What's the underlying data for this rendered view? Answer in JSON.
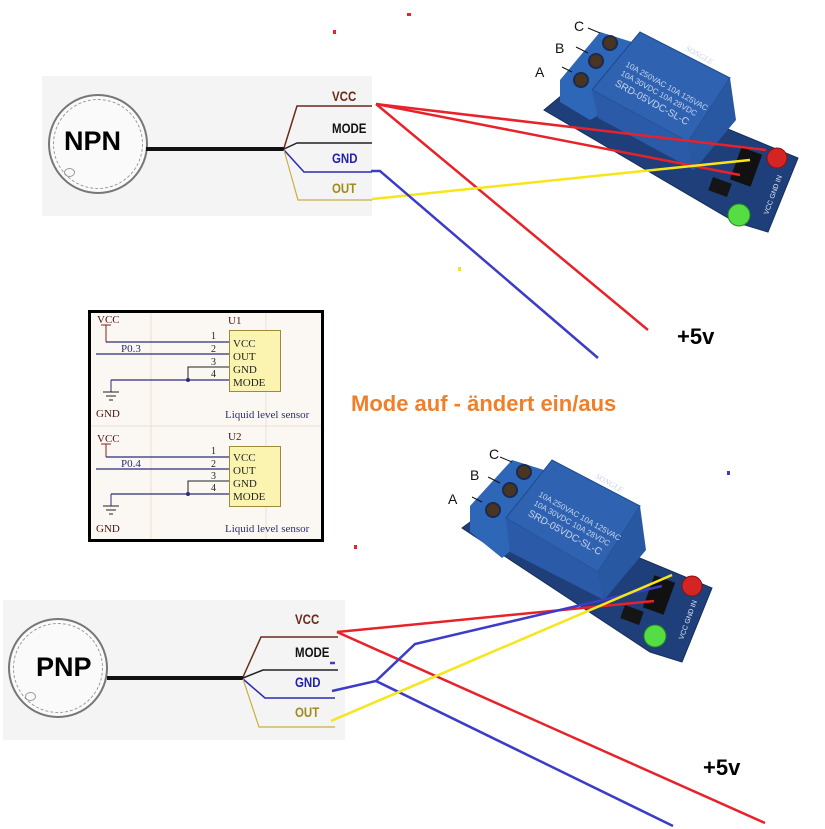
{
  "diagram": {
    "caption": "Mode auf - ändert ein/aus",
    "colors": {
      "vcc_wire": "#e8222a",
      "gnd_wire": "#3c3cc8",
      "out_wire": "#f5e61a",
      "caption": "#f07f2a",
      "relay_blue": "#2a5aa8"
    }
  },
  "npn_sensor": {
    "label": "NPN",
    "wires": [
      {
        "name": "VCC",
        "color": "#6b2a1a"
      },
      {
        "name": "MODE",
        "color": "#111111"
      },
      {
        "name": "GND",
        "color": "#2222aa"
      },
      {
        "name": "OUT",
        "color": "#a08a1a"
      }
    ]
  },
  "pnp_sensor": {
    "label": "PNP",
    "wires": [
      {
        "name": "VCC",
        "color": "#6b2a1a"
      },
      {
        "name": "MODE",
        "color": "#111111"
      },
      {
        "name": "GND",
        "color": "#2222aa"
      },
      {
        "name": "OUT",
        "color": "#a08a1a"
      }
    ]
  },
  "relay_top": {
    "terminals": [
      "C",
      "B",
      "A"
    ],
    "marking_brand": "SONGLE",
    "marking_lines": [
      "10A 250VAC 10A 125VAC",
      "10A 30VDC 10A 28VDC",
      "SRD-05VDC-SL-C"
    ],
    "pin_labels": "VCC GND IN",
    "supply_label": "+5v"
  },
  "relay_bottom": {
    "terminals": [
      "C",
      "B",
      "A"
    ],
    "marking_brand": "SONGLE",
    "marking_lines": [
      "10A 250VAC 10A 125VAC",
      "10A 30VDC 10A 28VDC",
      "SRD-05VDC-SL-C"
    ],
    "pin_labels": "VCC GND IN",
    "supply_label": "+5v"
  },
  "schematic": {
    "units": [
      {
        "designator": "U1",
        "supply": "VCC",
        "signal_net": "P0.3",
        "ground": "GND",
        "pins": [
          {
            "number": "1",
            "name": "VCC"
          },
          {
            "number": "2",
            "name": "OUT"
          },
          {
            "number": "3",
            "name": "GND"
          },
          {
            "number": "4",
            "name": "MODE"
          }
        ],
        "description": "Liquid level sensor"
      },
      {
        "designator": "U2",
        "supply": "VCC",
        "signal_net": "P0.4",
        "ground": "GND",
        "pins": [
          {
            "number": "1",
            "name": "VCC"
          },
          {
            "number": "2",
            "name": "OUT"
          },
          {
            "number": "3",
            "name": "GND"
          },
          {
            "number": "4",
            "name": "MODE"
          }
        ],
        "description": "Liquid level sensor"
      }
    ]
  }
}
